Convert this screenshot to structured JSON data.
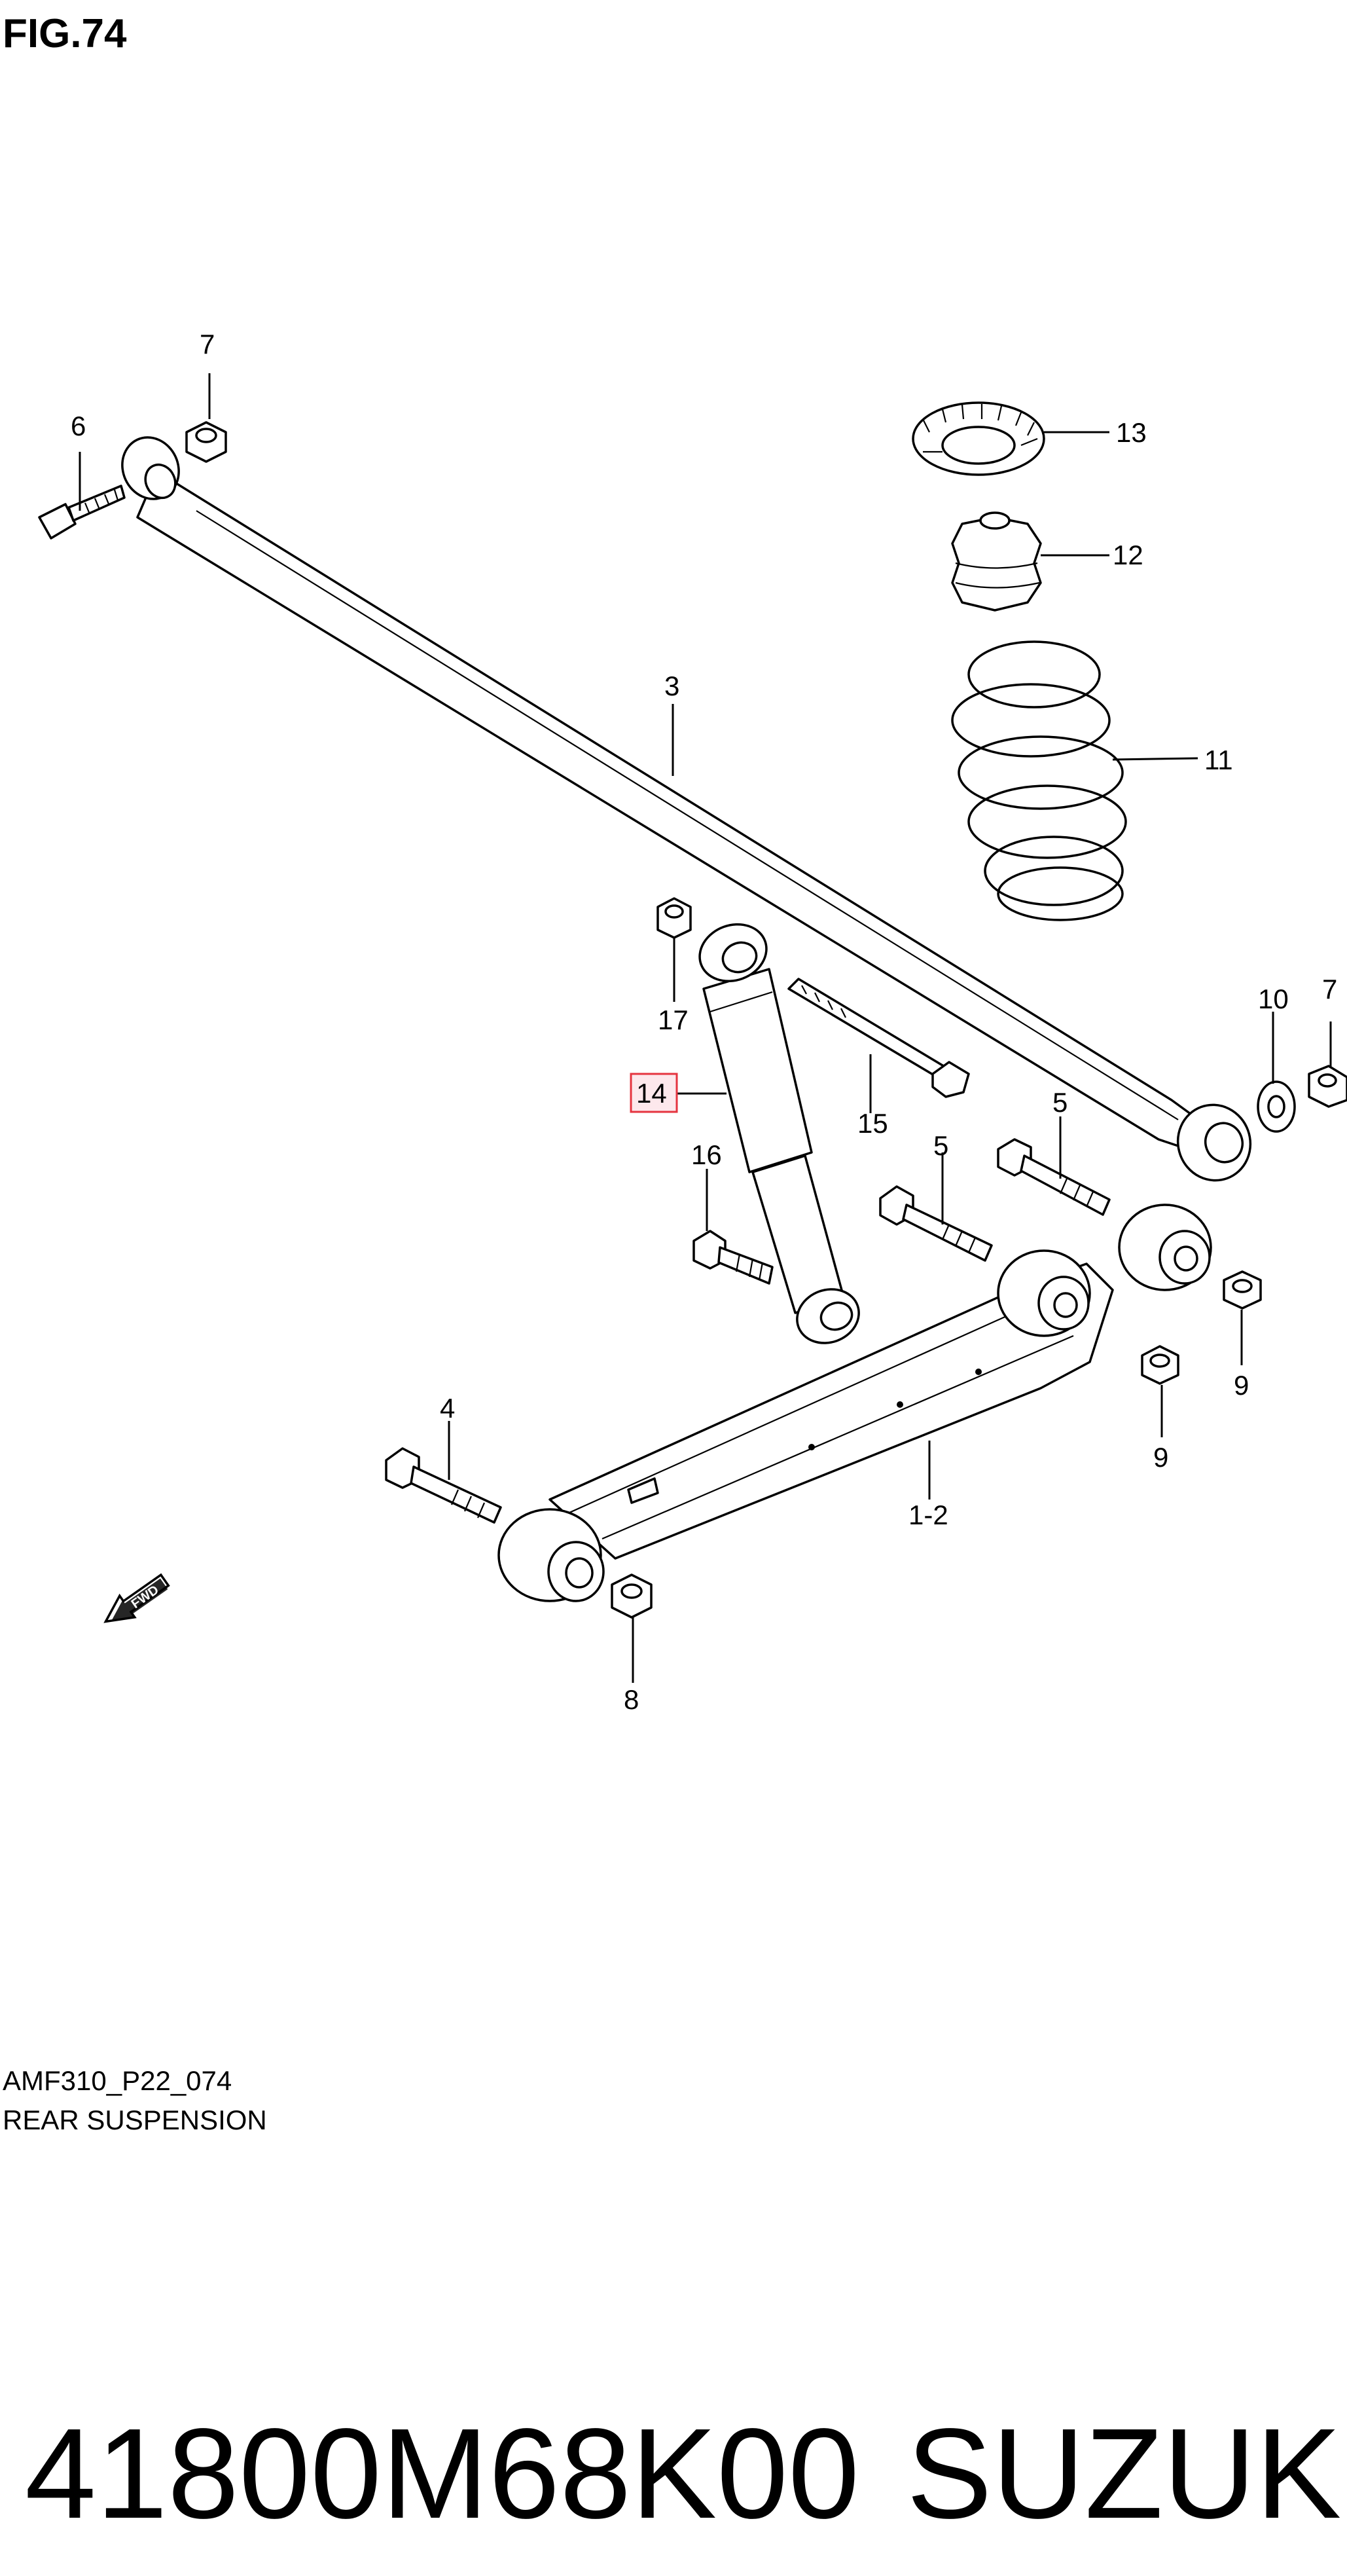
{
  "figure": {
    "title": "FIG.74",
    "code": "AMF310_P22_074",
    "name": "REAR SUSPENSION",
    "fwd_label": "FWD",
    "highlighted_callout": "14",
    "highlight_color": "#e5343f"
  },
  "callouts": {
    "c7a": "7",
    "c6": "6",
    "c13": "13",
    "c12": "12",
    "c3": "3",
    "c11": "11",
    "c17": "17",
    "c10": "10",
    "c7b": "7",
    "c14": "14",
    "c15": "15",
    "c5a": "5",
    "c16": "16",
    "c5b": "5",
    "c9a": "9",
    "c9b": "9",
    "c4": "4",
    "c12b": "1-2",
    "c8": "8"
  },
  "part": {
    "number": "41800M68K00",
    "brand": "SUZUKI"
  }
}
